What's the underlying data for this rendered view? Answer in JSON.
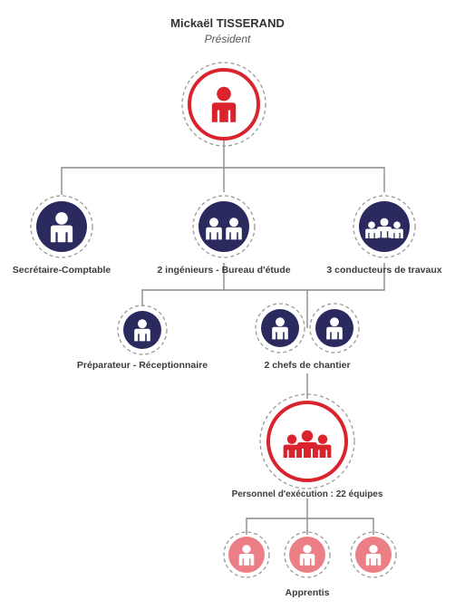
{
  "president": {
    "name": "Mickaël TISSERAND",
    "title": "Président"
  },
  "labels": {
    "secretaire": "Secrétaire-Comptable",
    "ingenieurs": "2 ingénieurs - Bureau d'étude",
    "conducteurs": "3 conducteurs de travaux",
    "preparateur": "Préparateur - Réceptionnaire",
    "chefs": "2 chefs de chantier",
    "personnel": "Personnel d'exécution : 22 équipes",
    "apprentis": "Apprentis"
  },
  "colors": {
    "navy": "#2a2a5e",
    "red": "#d9232d",
    "pink": "#ec7f86",
    "line": "#8a8a8a",
    "dash": "#9a9a9a"
  }
}
